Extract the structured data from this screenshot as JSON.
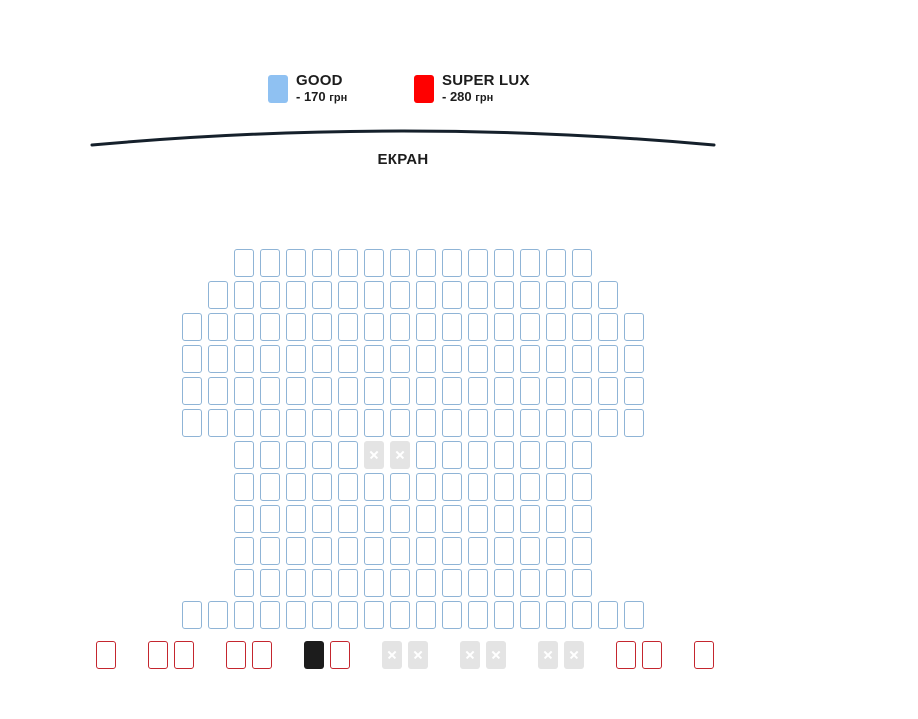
{
  "colors": {
    "good": "#8fc1f2",
    "super_lux": "#ff0000",
    "taken": "#e4e4e4",
    "selected": "#1c1c1c"
  },
  "legend": [
    {
      "name": "GOOD",
      "price": "- 170",
      "currency": "грн",
      "color": "#8fc1f2"
    },
    {
      "name": "SUPER LUX",
      "price": "- 280",
      "currency": "грн",
      "color": "#ff0000"
    }
  ],
  "screen": {
    "label": "ЕКРАН"
  },
  "hall": {
    "rows": [
      {
        "category": "good",
        "seats": "..AAAAAAAAAAAAAA.."
      },
      {
        "category": "good",
        "seats": ".AAAAAAAAAAAAAAAA."
      },
      {
        "category": "good",
        "seats": "AAAAAAAAAAAAAAAAAA"
      },
      {
        "category": "good",
        "seats": "AAAAAAAAAAAAAAAAAA"
      },
      {
        "category": "good",
        "seats": "AAAAAAAAAAAAAAAAAA"
      },
      {
        "category": "good",
        "seats": "AAAAAAAAAAAAAAAAAA"
      },
      {
        "category": "good",
        "seats": "..AAAAAXXAAAAAAA.."
      },
      {
        "category": "good",
        "seats": "..AAAAAAAAAAAAAA.."
      },
      {
        "category": "good",
        "seats": "..AAAAAAAAAAAAAA.."
      },
      {
        "category": "good",
        "seats": "..AAAAAAAAAAAAAA.."
      },
      {
        "category": "good",
        "seats": "..AAAAAAAAAAAAAA.."
      },
      {
        "category": "good",
        "seats": "AAAAAAAAAAAAAAAAAA"
      },
      {
        "category": "super_lux",
        "seats": "A.AA.AA.SA.XX.XX.XX.AA.A"
      }
    ]
  }
}
